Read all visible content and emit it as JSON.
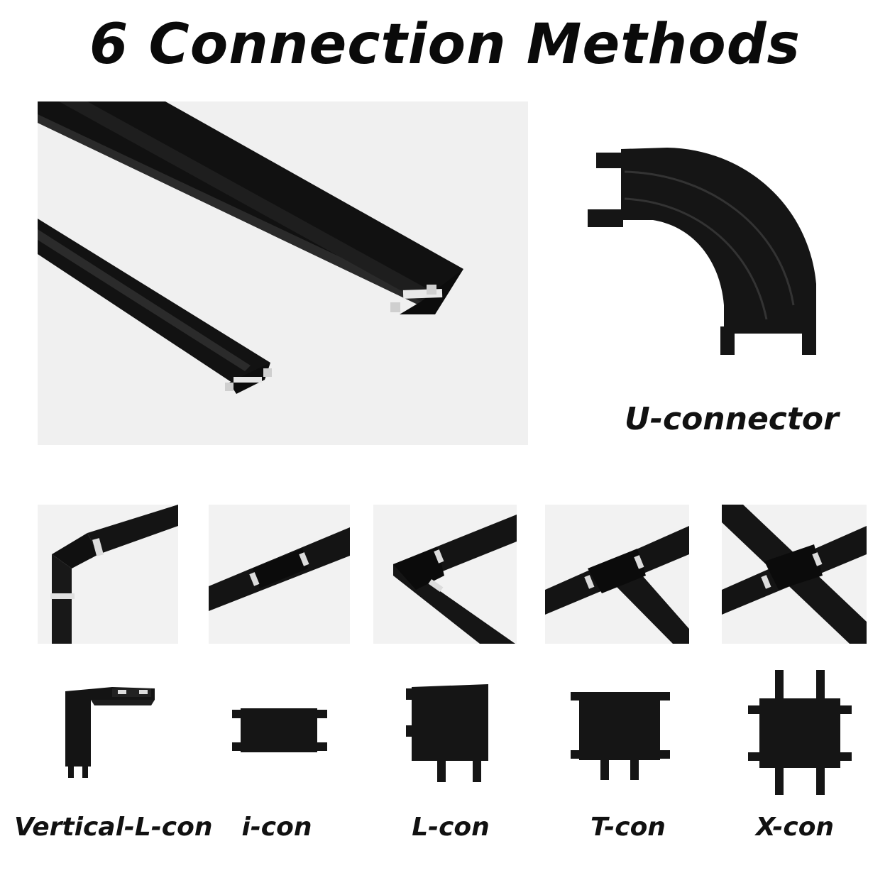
{
  "title": "6 Connection Methods",
  "featured": {
    "label": "U-connector",
    "icon": "u-connector-icon"
  },
  "connectors": [
    {
      "label": "Vertical-L-con",
      "icon": "vertical-l-connector-icon"
    },
    {
      "label": "i-con",
      "icon": "i-connector-icon"
    },
    {
      "label": "L-con",
      "icon": "l-connector-icon"
    },
    {
      "label": "T-con",
      "icon": "t-connector-icon"
    },
    {
      "label": "X-con",
      "icon": "x-connector-icon"
    }
  ],
  "colors": {
    "track": "#141414",
    "background": "#f2f2f2",
    "highlight": "#d8d8d8"
  }
}
